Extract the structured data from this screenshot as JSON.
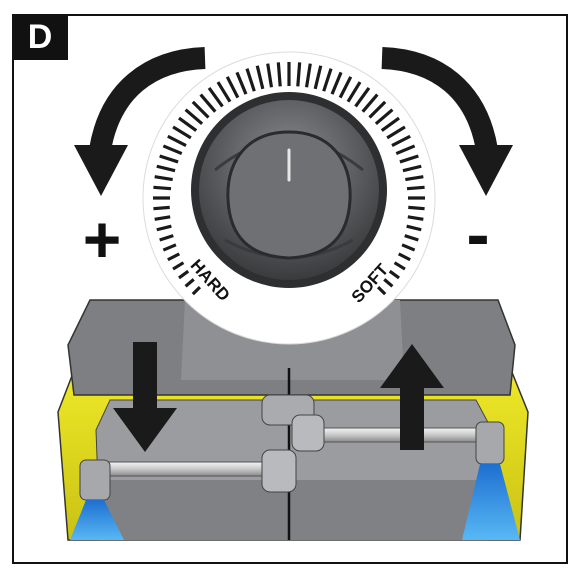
{
  "panel": {
    "letter": "D"
  },
  "dial": {
    "hard_label": "HARD",
    "soft_label": "SOFT"
  },
  "signs": {
    "plus": "+",
    "minus": "-"
  },
  "colors": {
    "housing_yellow": "#e6e01a",
    "housing_gray": "#808286",
    "arrow_black": "#1a1a1a",
    "spray_blue": "#2f8fe0",
    "dial_white": "#ffffff"
  },
  "icons": {
    "left_rotation": "curved-arrow-counterclockwise-icon",
    "right_rotation": "curved-arrow-clockwise-icon",
    "down": "arrow-down-icon",
    "up": "arrow-up-icon"
  }
}
